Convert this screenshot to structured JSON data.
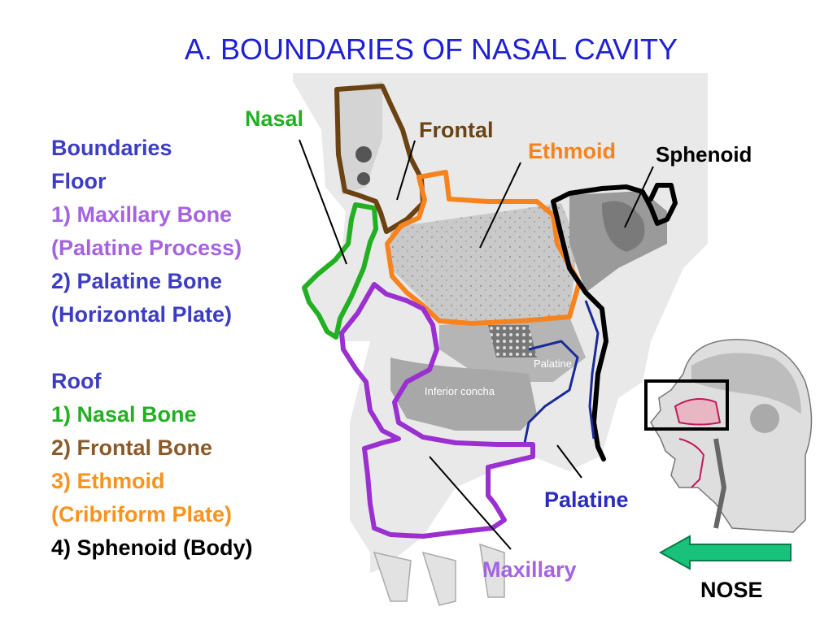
{
  "title": "A. BOUNDARIES OF NASAL CAVITY",
  "boundaries": {
    "heading": "Boundaries",
    "floor_heading": "Floor",
    "floor_items": [
      "1) Maxillary Bone",
      "(Palatine Process)",
      "2) Palatine Bone",
      "(Horizontal Plate)"
    ],
    "roof_heading": "Roof",
    "roof_items": [
      "1) Nasal Bone",
      "2) Frontal Bone",
      "3) Ethmoid",
      "(Cribriform Plate)",
      "4) Sphenoid (Body)"
    ]
  },
  "diagram_labels": {
    "nasal": "Nasal",
    "frontal": "Frontal",
    "ethmoid": "Ethmoid",
    "sphenoid": "Sphenoid",
    "palatine": "Palatine",
    "maxillary": "Maxillary",
    "inner_palatine": "Palatine",
    "inferior_concha": "Inferior concha",
    "nose": "NOSE"
  },
  "colors": {
    "title": "#1f1fd6",
    "nasal": "#22b022",
    "frontal": "#6b4212",
    "ethmoid": "#f7831e",
    "sphenoid": "#000000",
    "maxillary": "#9b30d0",
    "palatine": "#1a2a9a",
    "arrow": "#19c27a"
  }
}
